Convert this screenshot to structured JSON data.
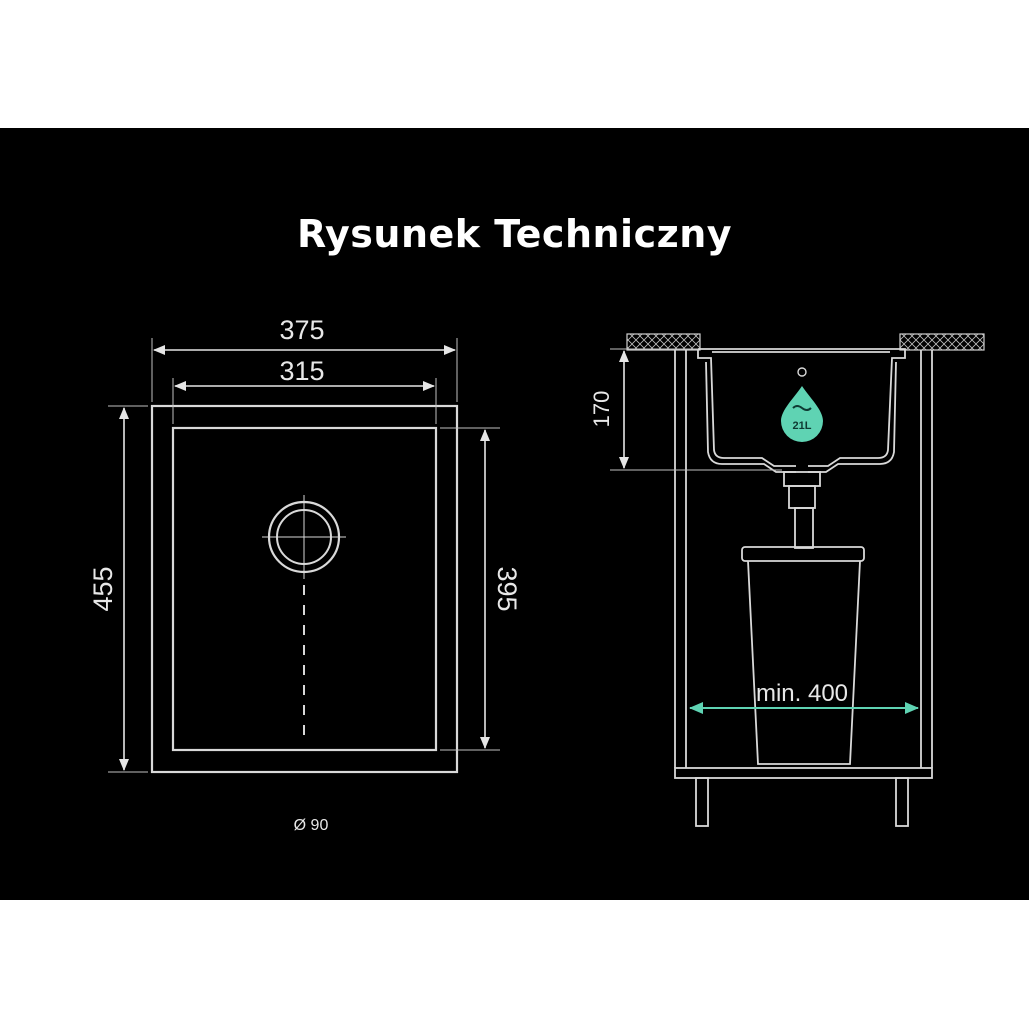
{
  "title": "Rysunek Techniczny",
  "top_view": {
    "outer_width_label": "375",
    "inner_width_label": "315",
    "outer_height_label": "455",
    "inner_height_label": "395",
    "drain_diameter_label": "Ø 90"
  },
  "side_view": {
    "depth_label": "170",
    "capacity_label": "21L",
    "min_cabinet_width_label": "min. 400",
    "capacity_icon": "water-drop-icon"
  },
  "colors": {
    "background": "#000000",
    "line": "#d9d9d9",
    "accent": "#5fd3b3",
    "page": "#ffffff"
  }
}
